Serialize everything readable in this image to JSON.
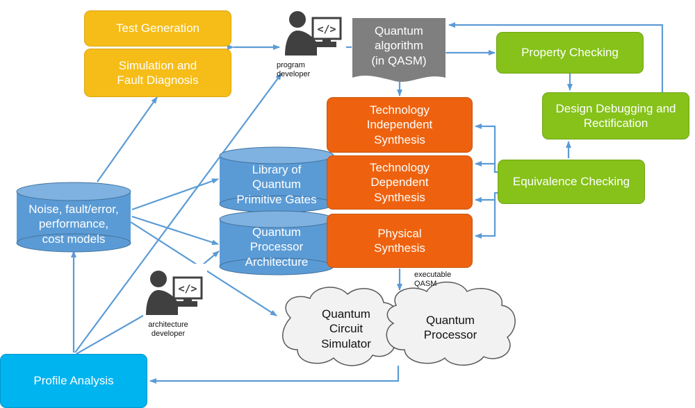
{
  "colors": {
    "yellow": "#f6bd18",
    "orange": "#ee620f",
    "green": "#86c21a",
    "cyan": "#00b4f0",
    "cylinder_blue": "#5b9bd5",
    "doc_gray": "#7f7f7f",
    "arrow": "#5b9bd5"
  },
  "icons": {
    "developer": "person-at-computer-icon",
    "code": "code-brackets-icon"
  },
  "nodes": {
    "test_generation": "Test Generation",
    "simulation_fault": "Simulation and\nFault Diagnosis",
    "program_developer": "program\ndeveloper",
    "quantum_algorithm": "Quantum\nalgorithm\n(in QASM)",
    "property_checking": "Property Checking",
    "design_debugging": "Design Debugging and\nRectification",
    "tech_independent": "Technology\nIndependent\nSynthesis",
    "tech_dependent": "Technology\nDependent\nSynthesis",
    "physical_synthesis": "Physical\nSynthesis",
    "equivalence_checking": "Equivalence Checking",
    "library_gates": "Library of\nQuantum\nPrimitive Gates",
    "processor_arch": "Quantum\nProcessor\nArchitecture",
    "noise_models": "Noise, fault/error,\nperformance,\ncost models",
    "executable_qasm": "executable\nQASM",
    "architecture_developer": "architecture\ndeveloper",
    "circuit_simulator": "Quantum\nCircuit\nSimulator",
    "quantum_processor": "Quantum\nProcessor",
    "profile_analysis": "Profile Analysis"
  }
}
